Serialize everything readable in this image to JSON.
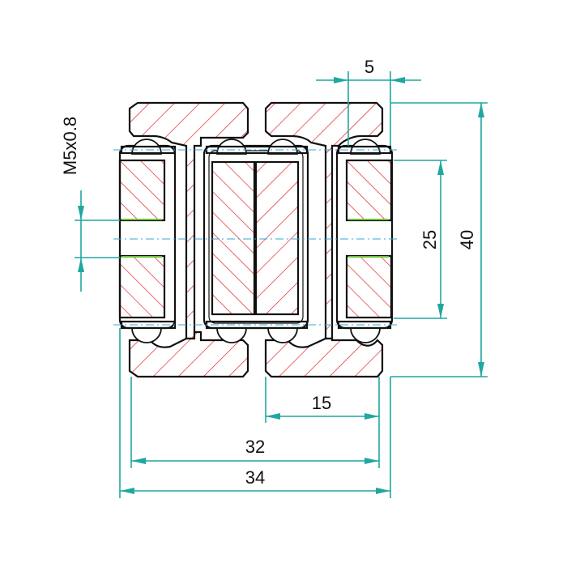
{
  "dimensions": {
    "top_width": "5",
    "thread": "M5x0.8",
    "inner_height": "25",
    "outer_height": "40",
    "half_width": "15",
    "inner_width": "32",
    "overall_width": "34"
  },
  "colors": {
    "hatch": "#e0262a",
    "dimension": "#1fa7a0",
    "centerline": "#3aa6d6",
    "outline": "#111111"
  }
}
